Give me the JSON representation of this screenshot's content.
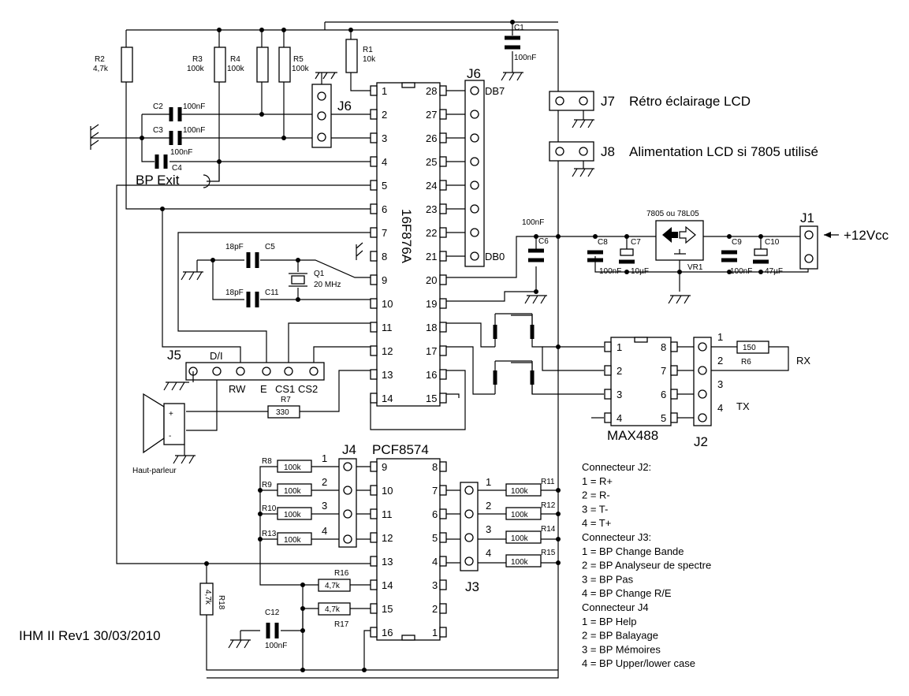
{
  "title": "IHM II Rev1 30/03/2010",
  "mcu": {
    "name": "16F876A",
    "left_pins": [
      "1",
      "2",
      "3",
      "4",
      "5",
      "6",
      "7",
      "8",
      "9",
      "10",
      "11",
      "12",
      "13",
      "14"
    ],
    "right_pins": [
      "28",
      "27",
      "26",
      "25",
      "24",
      "23",
      "22",
      "21",
      "20",
      "19",
      "18",
      "17",
      "16",
      "15"
    ]
  },
  "expander": {
    "name": "PCF8574",
    "left_pins": [
      "9",
      "10",
      "11",
      "12",
      "13",
      "14",
      "15",
      "16"
    ],
    "right_pins": [
      "8",
      "7",
      "6",
      "5",
      "4",
      "3",
      "2",
      "1"
    ]
  },
  "max488": {
    "name": "MAX488",
    "left_pins": [
      "1",
      "2",
      "3",
      "4"
    ],
    "right_pins": [
      "8",
      "7",
      "6",
      "5"
    ]
  },
  "j2": {
    "name": "J2",
    "pins": [
      "1",
      "2",
      "3",
      "4"
    ],
    "rx": "RX",
    "tx": "TX"
  },
  "j3": {
    "name": "J3",
    "pins": [
      "1",
      "2",
      "3",
      "4"
    ]
  },
  "j4": {
    "name": "J4",
    "pins": [
      "1",
      "2",
      "3",
      "4"
    ]
  },
  "j5": {
    "name": "J5",
    "signals": [
      "D/I",
      "RW",
      "E",
      "CS1",
      "CS2"
    ]
  },
  "j6": {
    "name": "J6",
    "db7": "DB7",
    "db0": "DB0"
  },
  "j7": {
    "name": "J7",
    "label": "Rétro éclairage LCD"
  },
  "j8": {
    "name": "J8",
    "label": "Alimentation LCD si 7805 utilisé"
  },
  "j1": {
    "name": "J1",
    "label": "+12Vcc"
  },
  "regulator": {
    "name": "VR1",
    "type": "7805 ou 78L05"
  },
  "crystal": {
    "name": "Q1",
    "freq": "20 MHz"
  },
  "bp_exit": "BP Exit",
  "speaker": "Haut-parleur",
  "components": {
    "R1": "R1",
    "R1v": "10k",
    "R2": "R2",
    "R2v": "4,7k",
    "R3": "R3",
    "R3v": "100k",
    "R4": "R4",
    "R4v": "100k",
    "R5": "R5",
    "R5v": "100k",
    "R6": "R6",
    "R6v": "150",
    "R7": "R7",
    "R7v": "330",
    "R8": "R8",
    "R9": "R9",
    "R10": "R10",
    "R13": "R13",
    "R11": "R11",
    "R12": "R12",
    "R14": "R14",
    "R15": "R15",
    "r100k": "100k",
    "R16": "R16",
    "R17": "R17",
    "r47k": "4,7k",
    "R18": "R18",
    "R18v": "4,7k",
    "C1": "C1",
    "C2": "C2",
    "C3": "C3",
    "C4": "C4",
    "C5": "C5",
    "C6": "C6",
    "C7": "C7",
    "C8": "C8",
    "C9": "C9",
    "C10": "C10",
    "C11": "C11",
    "C12": "C12",
    "c100nF": "100nF",
    "c18pF": "18pF",
    "c10uF": "10µF",
    "c47uF": "47µF"
  },
  "notes": [
    "Connecteur J2:",
    "1 = R+",
    "2 = R-",
    "3 = T-",
    "4 = T+",
    "Connecteur J3:",
    "1 = BP Change Bande",
    "2 = BP Analyseur de spectre",
    "3 = BP Pas",
    "4 = BP Change R/E",
    "Connecteur J4",
    "1 = BP Help",
    "2 = BP Balayage",
    "3 = BP Mémoires",
    "4 = BP Upper/lower case"
  ]
}
